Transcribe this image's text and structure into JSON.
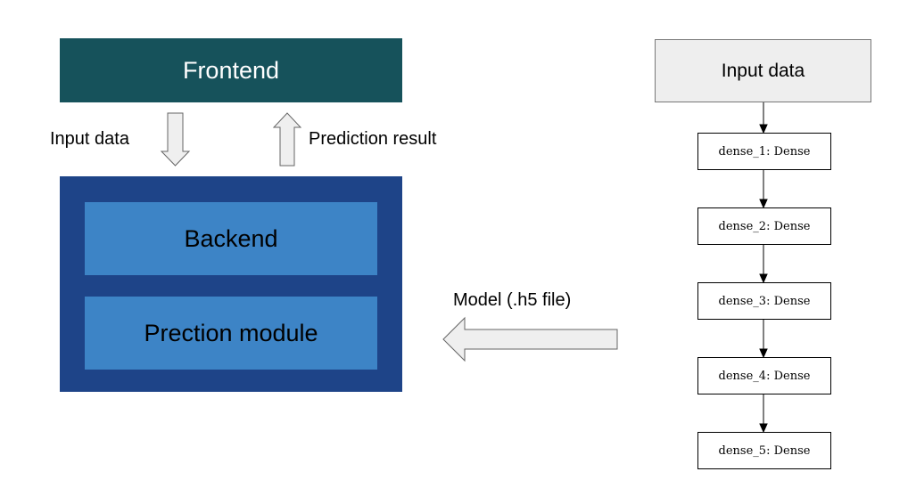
{
  "left_diagram": {
    "frontend_label": "Frontend",
    "input_label": "Input data",
    "result_label": "Prediction result",
    "backend_label": "Backend",
    "module_label": "Prection module",
    "model_label": "Model (.h5 file)"
  },
  "model_graph": {
    "input_node": "Input data",
    "layers": [
      "dense_1: Dense",
      "dense_2: Dense",
      "dense_3: Dense",
      "dense_4: Dense",
      "dense_5: Dense"
    ]
  },
  "colors": {
    "frontend": "#16525b",
    "server_container": "#1e4488",
    "inner_box": "#3d84c6",
    "flow_arrow_fill": "#efefef",
    "input_node_fill": "#eeeeee"
  }
}
